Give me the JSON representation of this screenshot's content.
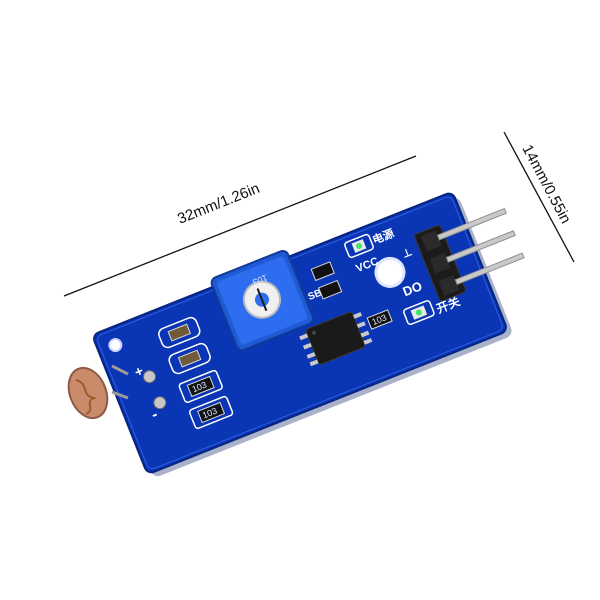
{
  "dimensions": {
    "length_label": "32mm/1.26in",
    "width_label": "14mm/0.55in"
  },
  "board": {
    "color": "#0a35b5",
    "silkscreen": {
      "plus": "+",
      "minus": "-",
      "vcc": "VCC",
      "do": "DO",
      "gnd_marker": "⊥",
      "power_led_cn": "电源",
      "switch_led_cn": "开关",
      "pot_code": "SBV",
      "pot_marking": "103"
    },
    "component_codes": {
      "resistor_1": "103",
      "resistor_2": "103",
      "resistor_3": "103"
    },
    "pins": [
      "VCC",
      "GND",
      "DO"
    ]
  },
  "colors": {
    "background": "#ffffff",
    "board_blue": "#0a35b5",
    "pot_blue": "#1f5ad6",
    "chip_black": "#1a1a1a",
    "pin_gold": "#c9c9c9",
    "led_green": "#43e36a"
  }
}
